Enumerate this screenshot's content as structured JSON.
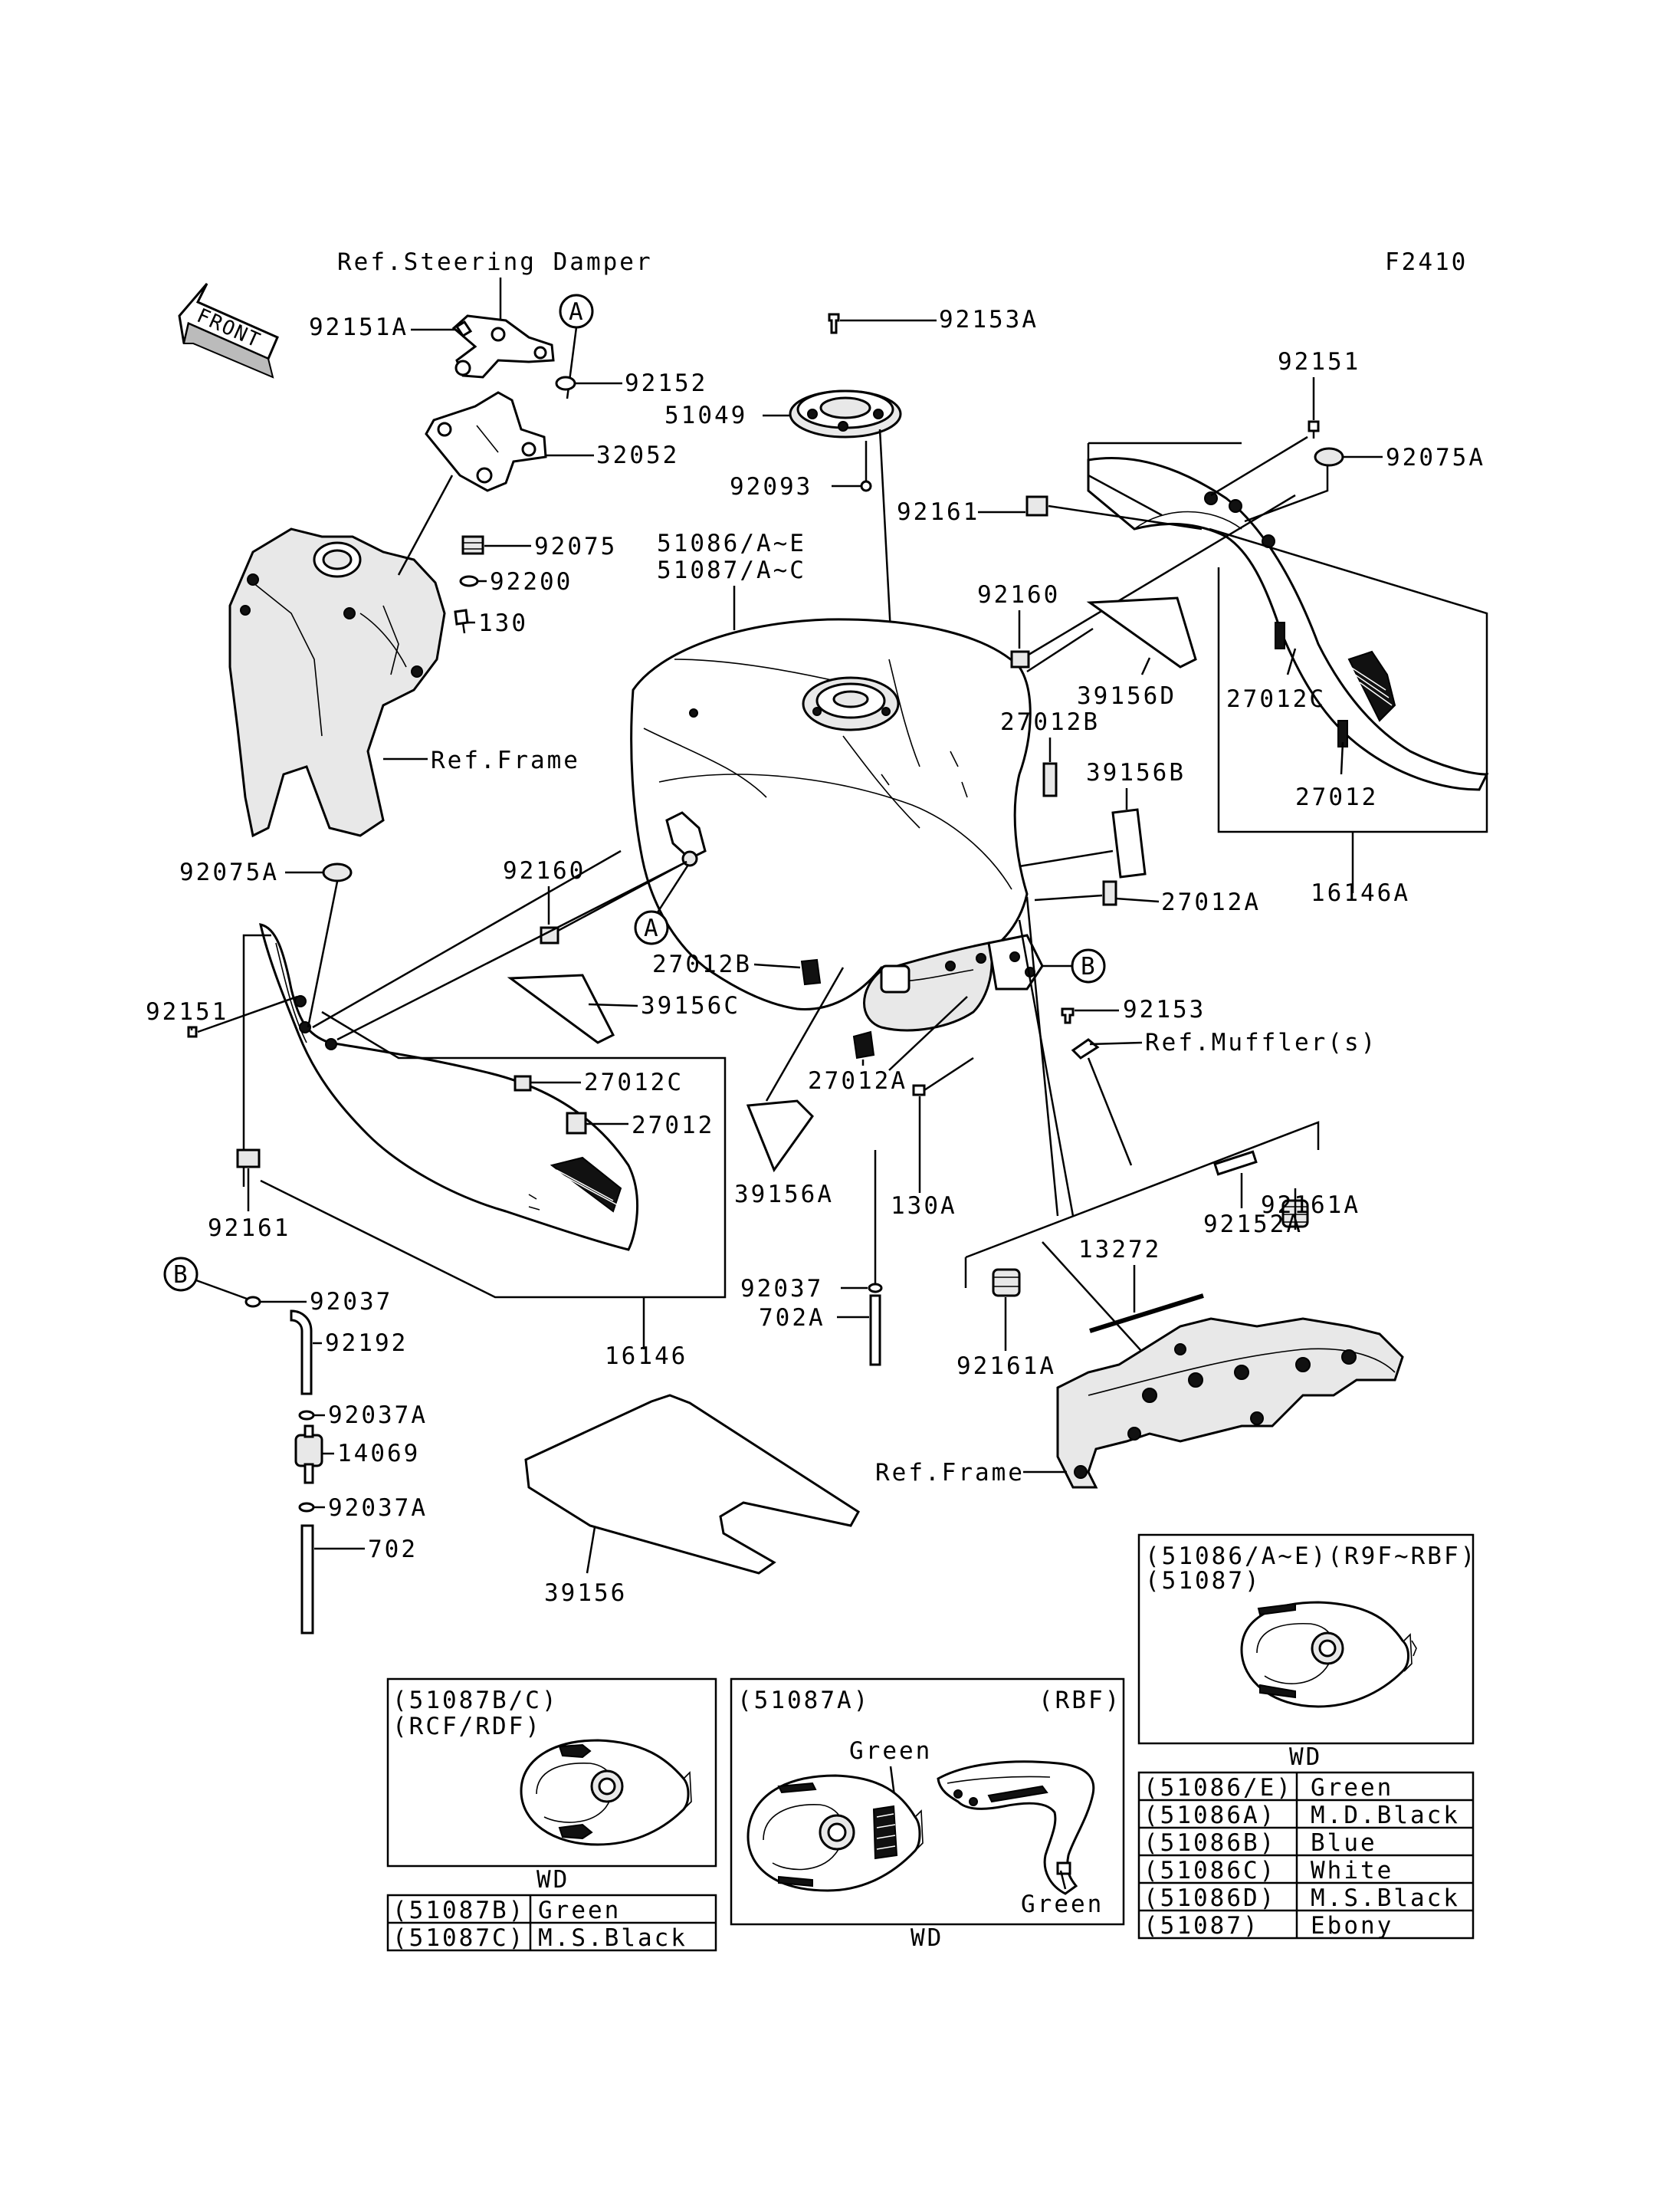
{
  "figure_code": "F2410",
  "front_arrow": "FRONT",
  "labels": {
    "ref_steering_damper": "Ref.Steering Damper",
    "ref_frame_left": "Ref.Frame",
    "ref_frame_right": "Ref.Frame",
    "ref_muffler": "Ref.Muffler(s)",
    "p92151A": "92151A",
    "p92152": "92152",
    "p32052": "32052",
    "p92075": "92075",
    "p92200": "92200",
    "p130": "130",
    "p92153A": "92153A",
    "p51049": "51049",
    "p92093": "92093",
    "p51086": "51086/A~E",
    "p51087": "51087/A~C",
    "p92151_right": "92151",
    "p92075A_right": "92075A",
    "p92161_top": "92161",
    "p92160_top": "92160",
    "p39156D": "39156D",
    "p27012C_right": "27012C",
    "p27012_right": "27012",
    "p16146A": "16146A",
    "p27012B_top": "27012B",
    "p39156B": "39156B",
    "p27012A_right": "27012A",
    "p92075A_left": "92075A",
    "p92160_left": "92160",
    "p92151_left": "92151",
    "p39156C": "39156C",
    "p27012C_left": "27012C",
    "p27012_left": "27012",
    "p92161_left": "92161",
    "p16146": "16146",
    "p27012B_mid": "27012B",
    "p27012A_mid": "27012A",
    "p39156A": "39156A",
    "p130A": "130A",
    "p92153": "92153",
    "p92161A_right": "92161A",
    "p92152A": "92152A",
    "p13272": "13272",
    "p92161A_left": "92161A",
    "p92037_mid": "92037",
    "p702A": "702A",
    "p92037_left": "92037",
    "p92192": "92192",
    "p92037A_1": "92037A",
    "p14069": "14069",
    "p92037A_2": "92037A",
    "p702": "702",
    "p39156": "39156",
    "callout_A": "A",
    "callout_B": "B"
  },
  "inset_right": {
    "header_line1": "(51086/A~E)(R9F~RBF)",
    "header_line2": "(51087)",
    "caption": "WD",
    "rows": [
      {
        "code": "(51086/E)",
        "color": "Green"
      },
      {
        "code": "(51086A)",
        "color": "M.D.Black"
      },
      {
        "code": "(51086B)",
        "color": "Blue"
      },
      {
        "code": "(51086C)",
        "color": "White"
      },
      {
        "code": "(51086D)",
        "color": "M.S.Black"
      },
      {
        "code": "(51087)",
        "color": "Ebony"
      }
    ]
  },
  "inset_left": {
    "header_line1": "(51087B/C)",
    "header_line2": "(RCF/RDF)",
    "caption": "WD",
    "rows": [
      {
        "code": "(51087B)",
        "color": "Green"
      },
      {
        "code": "(51087C)",
        "color": "M.S.Black"
      }
    ]
  },
  "inset_middle": {
    "header_left": "(51087A)",
    "header_right": "(RBF)",
    "label_green_top": "Green",
    "label_green_bottom": "Green",
    "caption": "WD"
  }
}
